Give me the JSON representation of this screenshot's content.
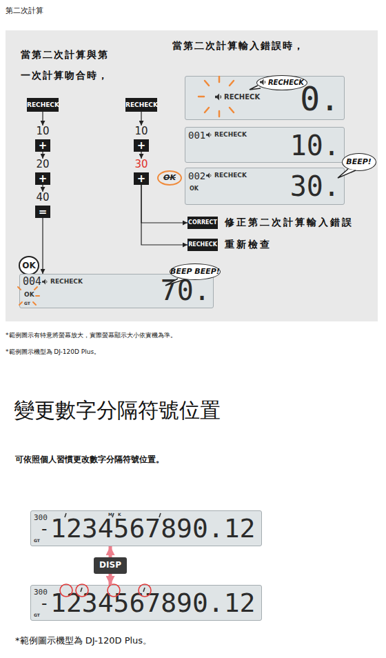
{
  "diagram": {
    "title": "變更數字分隔符號位置",
    "nodes": [
      {
        "text": [
          "RECHECK"
        ]
      },
      {
        "text": [
          "10",
          "+"
        ]
      },
      {
        "text": [
          "20",
          "+"
        ]
      },
      {
        "text": [
          "40",
          "="
        ]
      },
      {
        "text": [
          "OK"
        ]
      },
      {
        "text": [
          "004",
          "RECHECK",
          "OK",
          "GT",
          "70."
        ]
      },
      {
        "text": [
          "BEEP BEEP!"
        ]
      },
      {
        "text": [
          "RECHECK"
        ]
      },
      {
        "text": [
          "10",
          "+"
        ]
      },
      {
        "text": [
          "30",
          "+"
        ]
      },
      {
        "text": [
          "CORRECT"
        ]
      },
      {
        "text": [
          "RECHECK"
        ]
      },
      {
        "text": [
          "RECHECK",
          "0."
        ]
      },
      {
        "text": [
          "RECHECK"
        ]
      },
      {
        "text": [
          "001",
          "RECHECK",
          "10."
        ]
      },
      {
        "text": [
          "002",
          "RECHECK",
          "OK",
          "30."
        ]
      },
      {
        "text": [
          "BEEP!"
        ]
      },
      {
        "text": [
          "OK"
        ]
      },
      {
        "text": [
          "300",
          "M",
          "K",
          "GT",
          "-",
          "1234567890.12"
        ]
      },
      {
        "text": [
          "DISP"
        ]
      },
      {
        "text": [
          "300",
          "GT",
          "-",
          "1234567890.12"
        ]
      }
    ],
    "edges": [
      {
        "from": 0,
        "to": 1,
        "arrow": "to"
      },
      {
        "from": 1,
        "to": 2,
        "arrow": "to"
      },
      {
        "from": 2,
        "to": 3,
        "arrow": "to"
      },
      {
        "from": 3,
        "to": 5,
        "arrow": "to"
      },
      {
        "from": 7,
        "to": 8,
        "arrow": "to"
      },
      {
        "from": 8,
        "to": 9,
        "arrow": "to"
      },
      {
        "from": 9,
        "to": 10,
        "arrow": "to"
      },
      {
        "from": 9,
        "to": 11,
        "arrow": "to"
      },
      {
        "from": 19,
        "to": 18,
        "arrow": "to"
      },
      {
        "from": 19,
        "to": 20,
        "arrow": "to"
      }
    ],
    "labels": [
      "第二次計算",
      "當第二次計算與第一次計算吻合時，",
      "當第二次計算輸入錯誤時，",
      "修正第二次計算輸入錯誤",
      "重新檢查",
      "*範例圖示有特意將螢幕放大，實際螢幕顯示大小依實機為準。",
      "*範例圖示機型為 DJ-120D Plus。",
      "可依照個人習慣更改數字分隔符號位置。",
      "*範例圖示機型為 DJ-120D Plus。"
    ]
  }
}
